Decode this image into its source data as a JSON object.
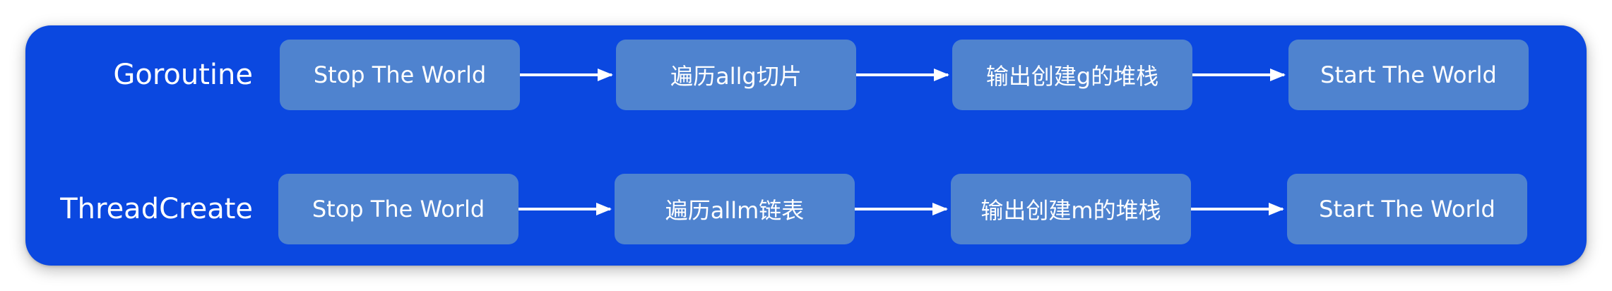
{
  "colors": {
    "panel": "#0b48e0",
    "step_box": "#4f83cf",
    "text": "#ffffff"
  },
  "rows": [
    {
      "label": "Goroutine",
      "steps": [
        "Stop The World",
        "遍历allg切片",
        "输出创建g的堆栈",
        "Start The World"
      ]
    },
    {
      "label": "ThreadCreate",
      "steps": [
        "Stop The World",
        "遍历allm链表",
        "输出创建m的堆栈",
        "Start The World"
      ]
    }
  ]
}
